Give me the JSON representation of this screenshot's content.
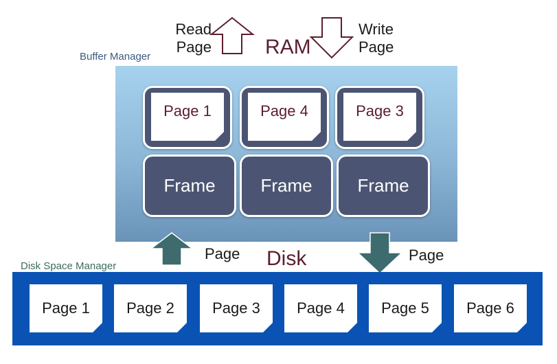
{
  "ram": {
    "title": "RAM",
    "read_label_line1": "Read",
    "read_label_line2": "Page",
    "write_label_line1": "Write",
    "write_label_line2": "Page"
  },
  "buffer_manager": {
    "label": "Buffer Manager",
    "pages": [
      "Page 1",
      "Page 4",
      "Page 3"
    ],
    "frames": [
      "Frame",
      "Frame",
      "Frame"
    ]
  },
  "disk": {
    "title": "Disk",
    "manager_label": "Disk Space Manager",
    "load_label": "Page",
    "evict_label": "Page",
    "pages": [
      "Page 1",
      "Page 2",
      "Page 3",
      "Page 4",
      "Page 5",
      "Page 6"
    ]
  },
  "colors": {
    "maroon": "#5c1e2e",
    "frame": "#4b5573",
    "buffer_top": "#a6d2ee",
    "buffer_bottom": "#6a93b8",
    "disk": "#0a53b4",
    "teal_arrow": "#3e6b6d",
    "manager_text": "#3a5a80",
    "disk_manager_text": "#3a6e5a"
  }
}
